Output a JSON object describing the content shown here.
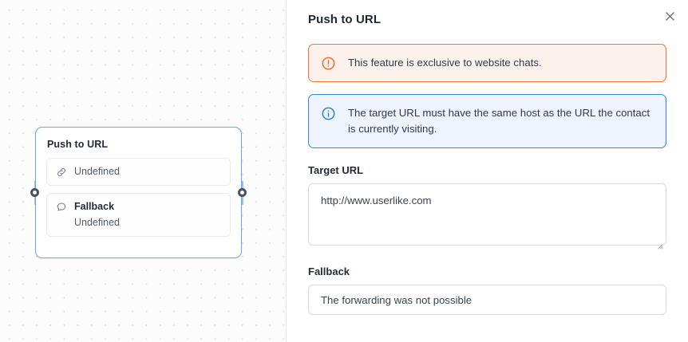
{
  "canvas": {
    "node": {
      "title": "Push to URL",
      "rows": [
        {
          "icon": "link-icon",
          "label": "Undefined",
          "sub": null
        },
        {
          "icon": "chat-bubble-icon",
          "label": "Fallback",
          "sub": "Undefined"
        }
      ],
      "ports": {
        "left": "input-port",
        "right": "output-port"
      },
      "accent_color": "#6aa6e8"
    },
    "grid_dot_color": "#ded9e2",
    "background_color": "#fdfcfd"
  },
  "panel": {
    "title": "Push to URL",
    "close_icon": "close-icon",
    "alerts": [
      {
        "type": "warning",
        "icon": "alert-circle-icon",
        "message": "This feature is exclusive to website chats.",
        "border_color": "#f3763a",
        "background_color": "#fdf1ec",
        "icon_color": "#ef6a2a"
      },
      {
        "type": "info",
        "icon": "info-circle-icon",
        "message": "The target URL must have the same host as the URL the contact is currently visiting.",
        "border_color": "#3b86e0",
        "background_color": "#eef4fd",
        "icon_color": "#2b7ada"
      }
    ],
    "fields": [
      {
        "label": "Target URL",
        "value": "http://www.userlike.com",
        "placeholder": "http://www.userlike.com",
        "control": "textarea"
      },
      {
        "label": "Fallback",
        "value": "The forwarding was not possible",
        "placeholder": "The forwarding was not possible",
        "control": "input"
      }
    ]
  }
}
